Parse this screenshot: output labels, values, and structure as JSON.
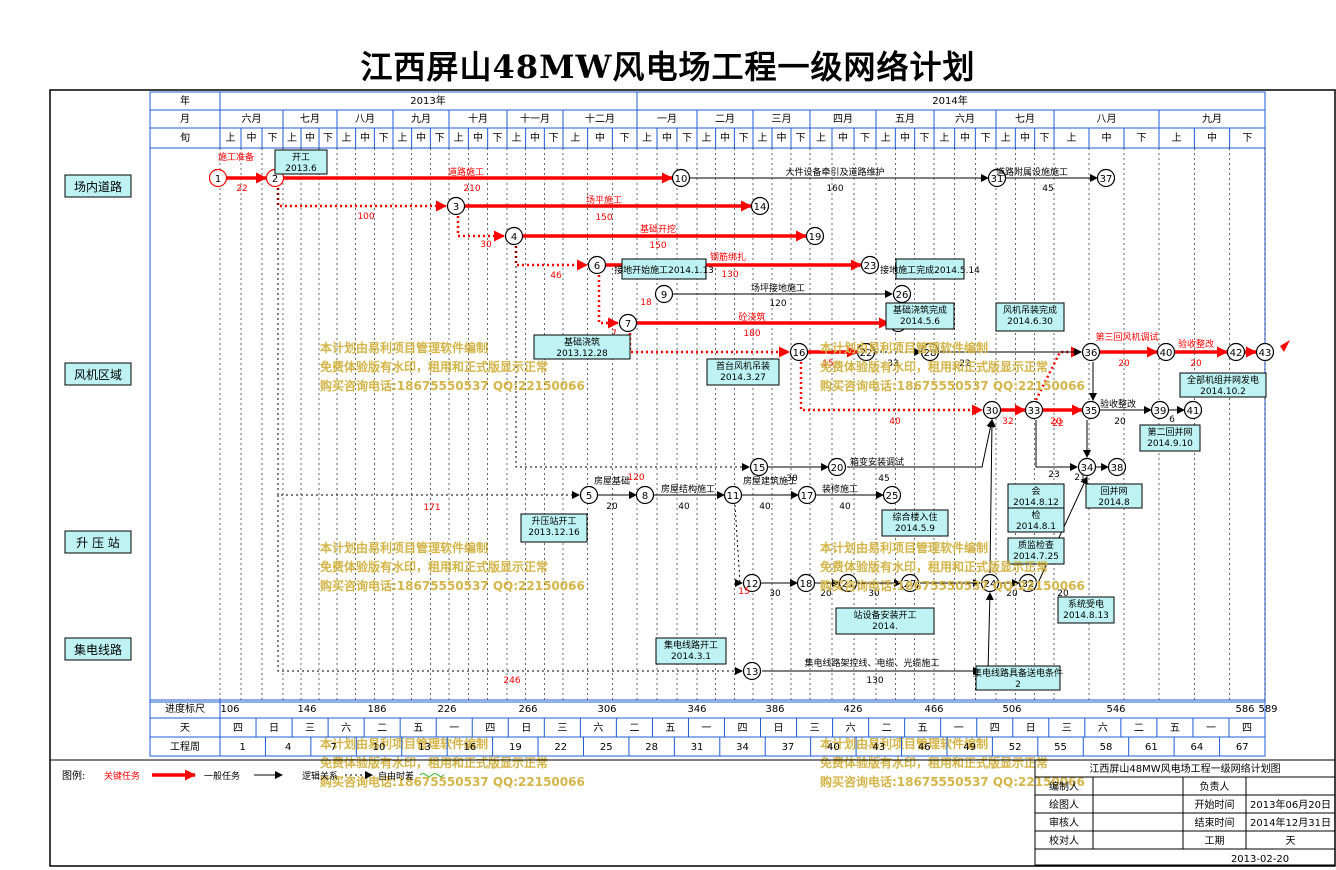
{
  "title": "江西屏山48MW风电场工程一级网络计划",
  "header": {
    "year_label": "年",
    "month_label": "月",
    "xun_label": "旬",
    "years": [
      "2013年",
      "2014年"
    ],
    "months": [
      "六月",
      "七月",
      "八月",
      "九月",
      "十月",
      "十一月",
      "十二月",
      "一月",
      "二月",
      "三月",
      "四月",
      "五月",
      "六月",
      "七月",
      "八月",
      "九月"
    ],
    "xun": [
      "上",
      "中",
      "下"
    ]
  },
  "categories": [
    "场内道路",
    "风机区域",
    "升 压 站",
    "集电线路"
  ],
  "nodes": [
    "1",
    "2",
    "3",
    "4",
    "6",
    "7",
    "10",
    "14",
    "19",
    "23",
    "9",
    "26",
    "29",
    "28",
    "16",
    "22",
    "31",
    "37",
    "36",
    "40",
    "42",
    "43",
    "30",
    "33",
    "35",
    "39",
    "41",
    "15",
    "20",
    "5",
    "8",
    "11",
    "17",
    "25",
    "12",
    "18",
    "21",
    "27",
    "32",
    "34",
    "38",
    "13"
  ],
  "tasks": [
    "施工准备",
    "道路施工",
    "大件设备牵引及道路维护",
    "道路附属设施施工",
    "场平施工",
    "基础开挖",
    "钢筋绑扎",
    "接地开始施工",
    "场坪接地施工",
    "砼浇筑",
    "第三回风机调试",
    "验收整改",
    "验收整改",
    "箱变安装调试",
    "房屋基础",
    "房屋结构施工",
    "房屋建筑施工",
    "装修施工",
    "集电线路架控线、电缆、光缆施工"
  ],
  "durations": [
    "22",
    "210",
    "160",
    "45",
    "100",
    "150",
    "30",
    "150",
    "46",
    "130",
    "18",
    "120",
    "7",
    "180",
    "15",
    "33",
    "22",
    "20",
    "20",
    "32",
    "40",
    "45",
    "20",
    "40",
    "30",
    "171",
    "120",
    "40",
    "30",
    "15",
    "30",
    "20",
    "30",
    "10",
    "130",
    "246",
    "22",
    "33",
    "23",
    "20",
    "21",
    "6"
  ],
  "callouts": [
    "开工2013.6",
    "接地开始施工2014.1.13",
    "接地施工完成2014.5.14",
    "基础浇筑完成2014.5.6",
    "风机吊装完成2014.6.30",
    "基础浇筑2013.12.28",
    "首台风机吊装2014.3.27",
    "全部机组并网发电2014.10.2",
    "第二回并网2014.9.10",
    "升压站开工2013.12.16",
    "综合楼入住2014.5.9",
    "会2014.8.12",
    "检2014.8.1",
    "质监检查2014.7.25",
    "回并网2014.8",
    "系统受电2014.8.13",
    "站设备安装开工2014.",
    "集电线路开工2014.3.1",
    "集电线路具备送电条件2"
  ],
  "watermark": [
    "本计划由易利项目管理软件编制",
    "免费体验版有水印，租用和正式版显示正常",
    "购买咨询电话:18675550537 QQ:22150066"
  ],
  "scale": {
    "label": "进度标尺",
    "ticks": [
      "106",
      "146",
      "186",
      "226",
      "266",
      "306",
      "346",
      "386",
      "426",
      "466",
      "506",
      "546",
      "586",
      "589"
    ],
    "day_label": "天",
    "days": [
      "四",
      "日",
      "三",
      "六",
      "二",
      "五",
      "一",
      "四",
      "日",
      "三",
      "六",
      "二",
      "五",
      "一",
      "四",
      "日",
      "三",
      "六",
      "二",
      "五",
      "一",
      "四",
      "日",
      "三",
      "六",
      "二",
      "五",
      "一",
      "四"
    ],
    "week_label": "工程周",
    "weeks": [
      "1",
      "4",
      "7",
      "10",
      "13",
      "16",
      "19",
      "22",
      "25",
      "28",
      "31",
      "34",
      "37",
      "40",
      "43",
      "46",
      "49",
      "52",
      "55",
      "58",
      "61",
      "64",
      "67"
    ]
  },
  "legend": {
    "label": "图例:",
    "items": [
      "关键任务",
      "一般任务",
      "逻辑关系",
      "自由时差"
    ]
  },
  "info_box": {
    "title": "江西屏山48MW风电场工程一级网络计划图",
    "rows": [
      [
        "编制人",
        "",
        "负责人",
        ""
      ],
      [
        "绘图人",
        "",
        "开始时间",
        "2013年06月20日"
      ],
      [
        "审核人",
        "",
        "结束时间",
        "2014年12月31日"
      ],
      [
        "校对人",
        "",
        "工期",
        "天"
      ]
    ],
    "date": "2013-02-20"
  },
  "colors": {
    "critical": "#ff0000",
    "normal": "#000000",
    "grid": "#1e5bd6",
    "callout": "#bff3f3",
    "watermark": "#d4b54a",
    "slack": "#33bb33"
  }
}
